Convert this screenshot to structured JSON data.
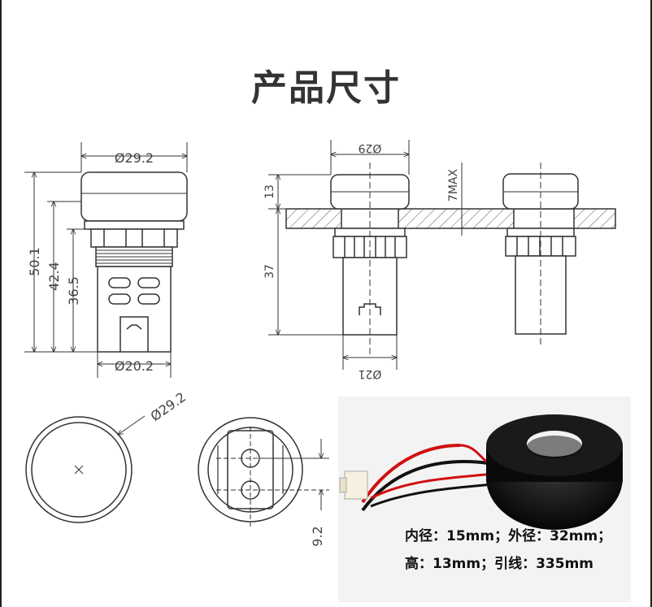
{
  "title": "产品尺寸",
  "front_view": {
    "top_diameter": "Ø29.2",
    "bottom_diameter": "Ø20.2",
    "height_total": "50.1",
    "height_mid": "42.4",
    "height_lower": "36.5"
  },
  "side_view": {
    "top_diameter": "Ø29",
    "bottom_diameter": "Ø21",
    "cap_height": "13",
    "body_height": "37",
    "panel_max": "7MAX"
  },
  "bottom_views": {
    "cap_diameter": "Ø29.2",
    "spacing": "9.2"
  },
  "photo_specs": {
    "line1": "内径：15mm；外径：32mm；",
    "line2": "高：13mm；引线：335mm"
  }
}
